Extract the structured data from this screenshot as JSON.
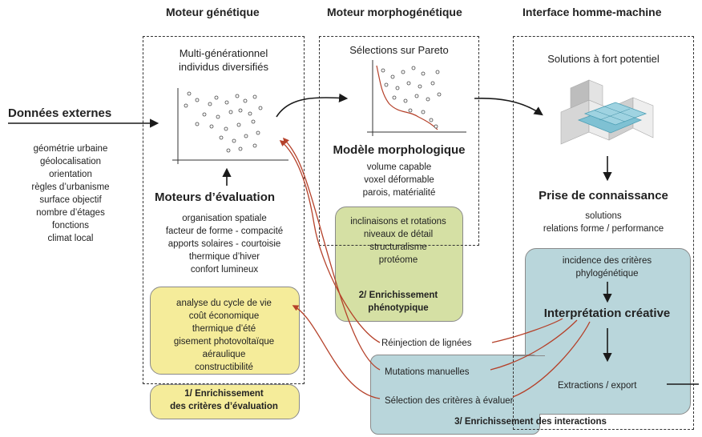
{
  "columns": {
    "genetic": "Moteur génétique",
    "morpho": "Moteur morphogénétique",
    "hmi": "Interface homme-machine"
  },
  "external": {
    "title": "Données externes",
    "items": [
      "géométrie urbaine",
      "géolocalisation",
      "orientation",
      "règles d’urbanisme",
      "surface objectif",
      "nombre d’étages",
      "fonctions",
      "climat local"
    ]
  },
  "genetic": {
    "plot_label_1": "Multi-générationnel",
    "plot_label_2": "individus diversifiés",
    "eval_title": "Moteurs d’évaluation",
    "eval_items": [
      "organisation spatiale",
      "facteur de forme - compacité",
      "apports solaires - courtoisie",
      "thermique d’hiver",
      "confort lumineux"
    ]
  },
  "yellow": {
    "items": [
      "analyse du cycle de vie",
      "coût économique",
      "thermique d’été",
      "gisement photovoltaïque",
      "aéraulique",
      "constructibilité"
    ],
    "caption_1": "1/ Enrichissement",
    "caption_2": "des critères d’évaluation"
  },
  "morpho": {
    "plot_label": "Sélections sur Pareto",
    "model_title": "Modèle morphologique",
    "model_items": [
      "volume capable",
      "voxel déformable",
      "parois, matérialité"
    ]
  },
  "green": {
    "items": [
      "inclinaisons et rotations",
      "niveaux de détail",
      "structuralisme",
      "protéome"
    ],
    "caption_1": "2/ Enrichissement",
    "caption_2": "phénotypique"
  },
  "hmi": {
    "top_label": "Solutions à fort potentiel",
    "knowledge_title": "Prise de connaissance",
    "knowledge_items": [
      "solutions",
      "relations forme / performance"
    ]
  },
  "blue": {
    "items": [
      "incidence des critères",
      "phylogénétique"
    ],
    "creative_title": "Interprétation créative",
    "export": "Extractions / export",
    "caption": "3/ Enrichissement des interactions"
  },
  "interactions": {
    "reinjection": "Réinjection de lignées",
    "mutations": "Mutations manuelles",
    "selection": "Sélection des critères à évaluer"
  },
  "colors": {
    "yellow": "#f5ec9a",
    "green": "#d5e0a4",
    "blue": "#b9d6db",
    "red_arrows": "#b5412a"
  }
}
